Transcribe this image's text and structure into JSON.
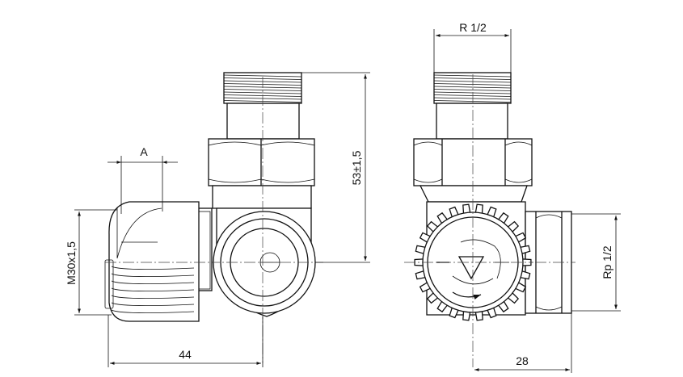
{
  "dimensions": {
    "A": "A",
    "M30": "M30x1,5",
    "d44": "44",
    "d53": "53±1,5",
    "R12": "R 1/2",
    "Rp12": "Rp 1/2",
    "d28": "28"
  },
  "colors": {
    "line": "#111111",
    "background": "#ffffff"
  }
}
